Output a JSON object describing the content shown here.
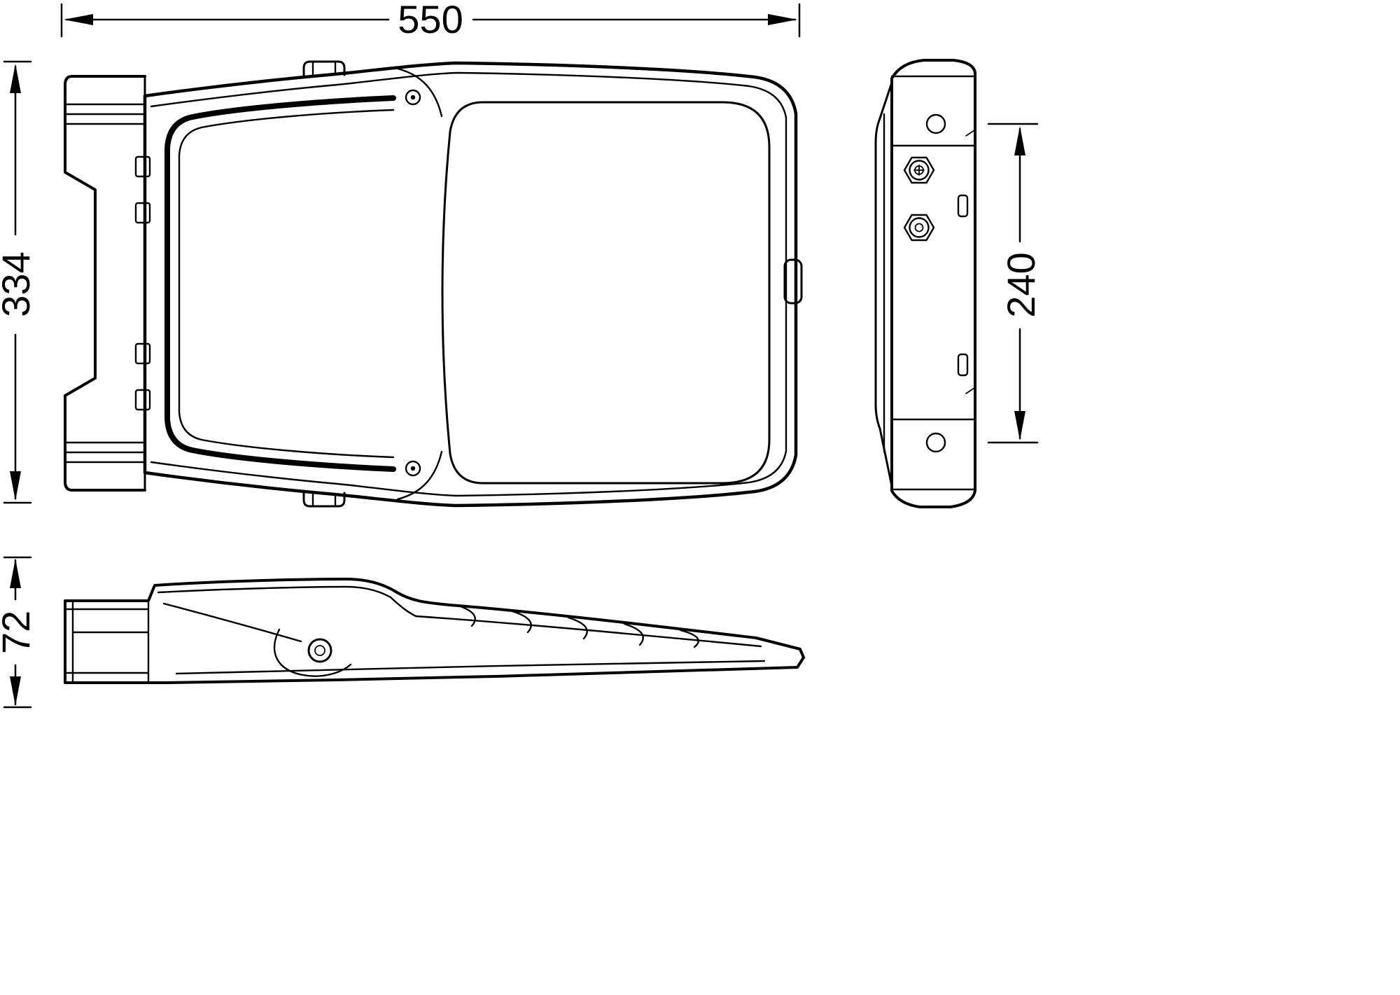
{
  "dimensions": {
    "overall_width": "550",
    "overall_depth": "334",
    "mounting_span": "240",
    "profile_height": "72"
  },
  "colors": {
    "line": "#000000",
    "background": "#ffffff"
  }
}
